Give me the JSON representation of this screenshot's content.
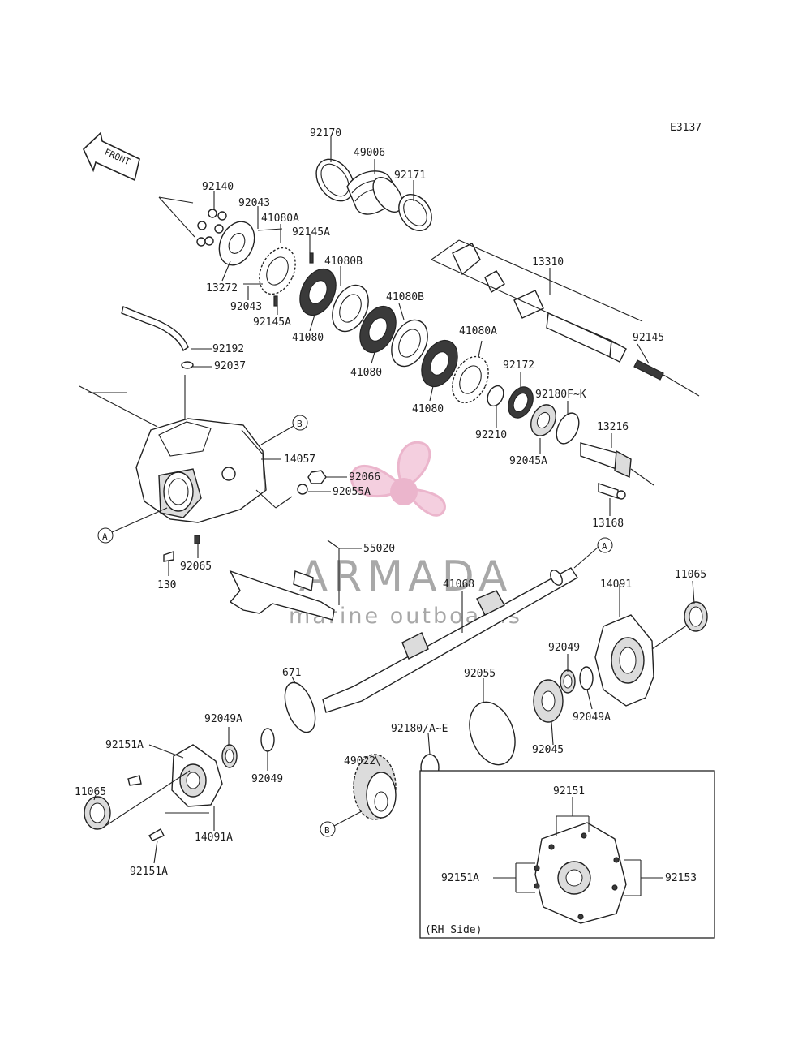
{
  "diagram_code": "E3137",
  "front_label": "FRONT",
  "inset_caption": "(RH Side)",
  "brand": {
    "name": "ARMADA",
    "tagline": "marine outboards",
    "logo_color": "#e8a9c4",
    "text_color": "#9a9a9a"
  },
  "callouts": {
    "A": "A",
    "B": "B"
  },
  "parts": [
    "92170",
    "49006",
    "92171",
    "92140",
    "92043",
    "41080A",
    "92145A",
    "13310",
    "41080B",
    "13272",
    "92043",
    "92145A",
    "41080",
    "41080B",
    "92145",
    "92192",
    "92037",
    "41080",
    "41080A",
    "92172",
    "41080",
    "92180F~K",
    "92210",
    "13216",
    "92045A",
    "14057",
    "92066",
    "92055A",
    "13168",
    "55020",
    "92065",
    "130",
    "41068",
    "14091",
    "11065",
    "92049",
    "671",
    "92055",
    "92049A",
    "92049A",
    "92151A",
    "92049",
    "92180/A~E",
    "49022",
    "92045",
    "11065",
    "14091A",
    "92151A",
    "92151",
    "92151A",
    "92153"
  ]
}
